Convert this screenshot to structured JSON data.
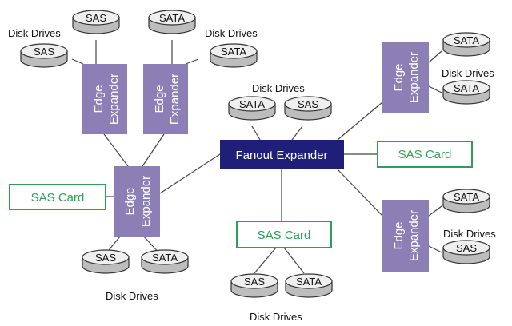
{
  "colors": {
    "edge_expander": "#8b7fb5",
    "fanout_expander": "#1f1f7a",
    "sas_card": "#2ea055",
    "disk_top": "#efefef",
    "disk_side": "#bdbdbd"
  },
  "fanout": {
    "label": "Fanout Expander"
  },
  "edge_expanders": [
    {
      "line1": "Edge",
      "line2": "Expander"
    },
    {
      "line1": "Edge",
      "line2": "Expander"
    },
    {
      "line1": "Edge",
      "line2": "Expander"
    },
    {
      "line1": "Edge",
      "line2": "Expander"
    },
    {
      "line1": "Edge",
      "line2": "Expander"
    }
  ],
  "sas_cards": [
    {
      "label": "SAS Card"
    },
    {
      "label": "SAS Card"
    },
    {
      "label": "SAS Card"
    }
  ],
  "disk_group_labels": [
    "Disk Drives",
    "Disk Drives",
    "Disk Drives",
    "Disk Drives",
    "Disk Drives",
    "Disk Drives",
    "Disk Drives"
  ],
  "disks": [
    "SAS",
    "SAS",
    "SATA",
    "SATA",
    "SATA",
    "SAS",
    "SATA",
    "SATA",
    "SAS",
    "SATA",
    "SAS",
    "SATA",
    "SATA",
    "SAS"
  ]
}
